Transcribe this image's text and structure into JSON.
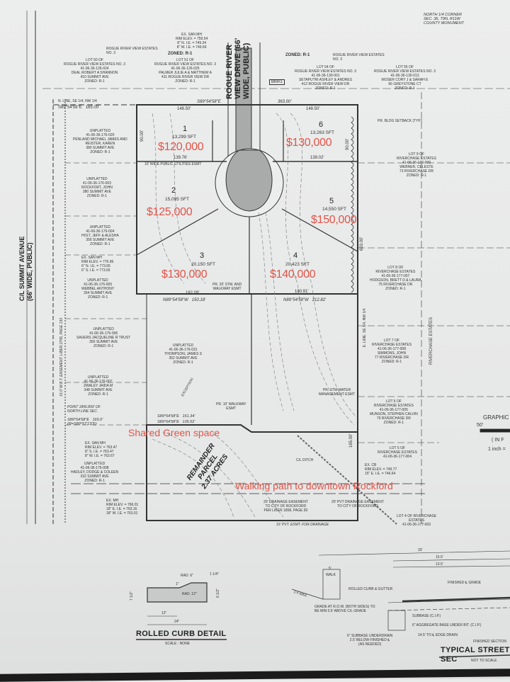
{
  "corner_monument": "NORTH 1/4 CORNER\nSEC. 36, T9N, R11W\nCOUNTY MONUMENT",
  "street": {
    "road_name": "ROGUE RIVER\nVIEW DRIVE (66'\nWIDE, PUBLIC)",
    "avenue_name": "C/L SUMMIT AVENUE\n(66' WIDE, PUBLIC)"
  },
  "san_mh_top": "EX. SAN MH\nRIM ELEV. = 759.54\n8\" N. I.E. = 749.34\n8\" W. I.E. = 749.69",
  "zoned_left": "ZONED: R-1",
  "zoned_right": "ZONED: R-1",
  "benchmark": "BM#1",
  "neighbors": {
    "lot50": "LOT 50 OF\nROGUE RIVER VIEW ESTATES NO. 3\n41-06-36-126-024\nDEAL ROBERT A SHANNON\n410 SUMMIT AVE\nZONED: R-1",
    "lot51": "LOT 51 OF\nROGUE RIVER VIEW ESTATES NO. 3\n41-06-36-126-025\nPALMER JULIE A & MATTHEW A\n411 ROGUE RIVER VIEW DR\nZONED: R-1",
    "lot54": "LOT 54 OF\nROGUE RIVER VIEW ESTATES NO. 3\n41-06-36-130-001\nSETAPUTRI ASHLEY & ANDRES\n412 ROGUE RIVER VIEW DR\nZONED: R-1",
    "lot55": "LOT 55 OF\nROGUE RIVER VIEW ESTATES NO. 3\n41-06-36-130-013\nMOSER CORY J & SARAH E\n66 GREYSTONE CT\nZONED: R-1",
    "rrve_left": "ROGUE RIVER VIEW ESTATES\nNO. 3",
    "rrve_right": "ROGUE RIVER VIEW ESTATES\nNO. 3",
    "unplatted1": "UNPLATTED\n41-06-36-176-020\nPENLAND MICHAEL JAMES AND\nREISTER, KAREN\n380 SUMMIT AVE\nZONED: R-1",
    "unplatted2": "UNPLATTED\n41-06-36-176-003\nROCKFORT, JOHN\n380 SUMMIT AVE\nZONED: R-1",
    "unplatted3": "UNPLATTED\n41-06-36-176-004\nHOLT, JEFF & ALESHA\n356 SUMMIT AVE\nZONED: R-1",
    "san_mh_left": "EX. SAN MH\nRIM ELEV. = 776.96\n6\" N. I.E. = 773.65\n6\" S. I.E. = 773.65",
    "unplatted4": "UNPLATTED\n41-06-36-176-005\nWEBBEL ANTHONY\n354 SUMMIT AVE\nZONED: R-1",
    "unplatted5": "UNPLATTED\n41-06-36-176-006\nSAUERS JACQUELINE R TRUST\n350 SUMMIT AVE\nZONED: R-1",
    "unplatted6": "UNPLATTED\n41-06-36-176-007\nZWALEY JAIDA M\n348 SUMMIT AVE\nZONED: R-1",
    "unplatted7": "UNPLATTED\n41-06-36-176-008\nHADLEY, DODGE & COLEEN\n332 SUMMIT AVE\nZONED: R-1",
    "unplatted_center": "UNPLATTED\n41-06-36-176-031\nTHOMPSON, JAMES S\n352 SUMMIT AVE\nZONED: R-1",
    "lot9": "LOT 9 OF\nRIVERCHASE ESTATES\n41-06-36-177-009\nWEBNER, CELESTE\n73 RIVERCHASE DR\nZONED: R-1",
    "lot8": "LOT 8 OF\nRIVERCHASE ESTATES\n41-06-36-177-007\nHODGSON, BRETT D & LAURA\n75 RIVERCHASE DR\nZONED: R-1",
    "lot7": "LOT 7 OF\nRIVERCHASE ESTATES\n41-06-36-177-008\nSIMMONS, JOHN\n77 RIVERCHASE DR\nZONED: R-1",
    "lot6n": "LOT 6 OF\nRIVERCHASE ESTATES\n41-06-36-177-005\nMUNSON, STEPHEN CALVIN\n79 RIVERCHASE DR\nZONED: R-1",
    "lot5n": "LOT 5 OF\nRIVERCHASE ESTATES\n41-06-36-177-004",
    "lot4n": "LOT 4 OF RIVERCHASE\nESTATES\n41-06-36-177-003",
    "riverchase": "RIVERCHASE ESTATES",
    "ex_cb": "EX. CB\nRIM ELEV. = 749.77\n15\" E. I.E. = 746.64",
    "san_mh_bottom": "EX. SAN MH\nRIM ELEV. = 763.47\n8\" S. I.E. = 763.47\n8\" W. I.E. = 763.67",
    "san_mh_bottom2": "EX. MH\nRIM ELEV. = 766.01\n18\" E. I.E. = 763.16\n18\" W. I.E. = 763.01"
  },
  "bearings": {
    "north_line": "N. LINE, SE 1/4, NW 1/4",
    "north_bearing": "S89°54'58\"E   165.00'",
    "top_bearing": "S89°54'58\"E",
    "top_dist": "363.00'",
    "mid_left": "N89°54'58\"W   150.18'",
    "mid_right": "N89°54'58\"W   212.82'",
    "green_bearing1": "S89°54'58\"E   151.34'",
    "green_bearing2": "S89°54'58\"E   135.52'",
    "point_note": "POINT 1856.893' OF\nNORTH LINE SEC.",
    "s89_left": "S89°54'58\"E   165.0'\n(R=S89°57'13\"E)",
    "east_line": "E. LINE, SE 1/4, NW 1/4",
    "dist_165": "165.00'",
    "bldg_setback": "PR. BLDG SETBACK (TYP.)",
    "utility_esmt": "10' WIDE PUBLIC UTILITIES ESMT",
    "storm_walkway": "PR. 20' STM. AND\nWALKWAY ESMT",
    "walkway": "PR. 10' WALKWAY\nESMT",
    "water_mgmt": "PR. STM WATER\nMANAGEMENT ESMT",
    "drain_esmt": "20' DRAINAGE EASEMENT\nTO CITY OF ROCKFORD\nPER LIBER 1858, PAGE 82",
    "pvt_drain": "20' PVT DRAINAGE EASEMENT\nTO CITY OF ROCKFORD",
    "pvt_esmt": "15' PVT. ESMT. FOR DRAINAGE",
    "ditch": "C/L DITCH",
    "exception": "EXCEPTION",
    "easement": "15.0' W.B.T. EASEMENT, LIBER 2706, PAGE 133"
  },
  "lots": [
    {
      "number": "1",
      "area": "13,299 SFT",
      "price": "$120,000",
      "front": "148.50'",
      "rear": "139.76'",
      "depth": "90.00'"
    },
    {
      "number": "2",
      "area": "15,095 SFT",
      "price": "$125,000"
    },
    {
      "number": "3",
      "area": "20,150 SFT",
      "price": "$130,000",
      "rear": "182.09'"
    },
    {
      "number": "4",
      "area": "20,423 SFT",
      "price": "$140,000",
      "rear": "180.91'"
    },
    {
      "number": "5",
      "area": "14,550 SFT",
      "price": "$150,000",
      "depth": "693.00'"
    },
    {
      "number": "6",
      "area": "13,263 SFT",
      "price": "$130,000",
      "front": "148.50'",
      "rear": "139.02'",
      "depth": "90.00'"
    }
  ],
  "remainder": "REMAINDER\nPARCEL\n2.37 ACRES",
  "annotations": {
    "green_space": "Shared Green space",
    "walking_path": "Walking path to downtown Rockford"
  },
  "graphic_scale": {
    "label": "GRAPHIC",
    "tick": "50'",
    "units": "( IN F",
    "inch": "1 inch ="
  },
  "curb_detail": {
    "title": "ROLLED CURB DETAIL",
    "scale": "SCALE : NONE",
    "rad6": "RAD. 6\"",
    "rad12": "RAD. 12\"",
    "quarter": "1 1/4\"",
    "one": "1\"",
    "h1": "7 1/2\"",
    "h2": "6 1/2\"",
    "w12": "12\"",
    "w24": "24\""
  },
  "street_section": {
    "title": "TYPICAL STREET SEC",
    "scale": "NOT TO SCALE",
    "dim33": "33'",
    "dim155": "15.5'",
    "dim135": "13.5'",
    "walk": "WALK",
    "walk_w": "5'",
    "curb": "ROLLED CURB & GUTTER",
    "finished_grade": "FINISHED ℄ GRADE",
    "grade_note": "GRADE AT R.O.W. (BOTH SIDES) TO\nBE MIN 0.5' ABOVE C/L GRADE",
    "subbase": "SUBBASE (C.I.P.)",
    "aggregate": "6\" AGGREGATE BASE UNDER BIT. (C.I.P.)",
    "underdrain": "6\" SUBBASE UNDERDRAIN\n2.5' BELOW FINISHED ℄\n(AS NEEDED)",
    "edge_drain": "14.5' TO ℄ EDGE DRAIN",
    "slope": "1:4 MAX.",
    "finished_section": "FINISHED SECTION"
  },
  "colors": {
    "annotation": "#e05548",
    "paper": "#eceded",
    "line": "#222222",
    "road_fill": "#a9abab"
  }
}
